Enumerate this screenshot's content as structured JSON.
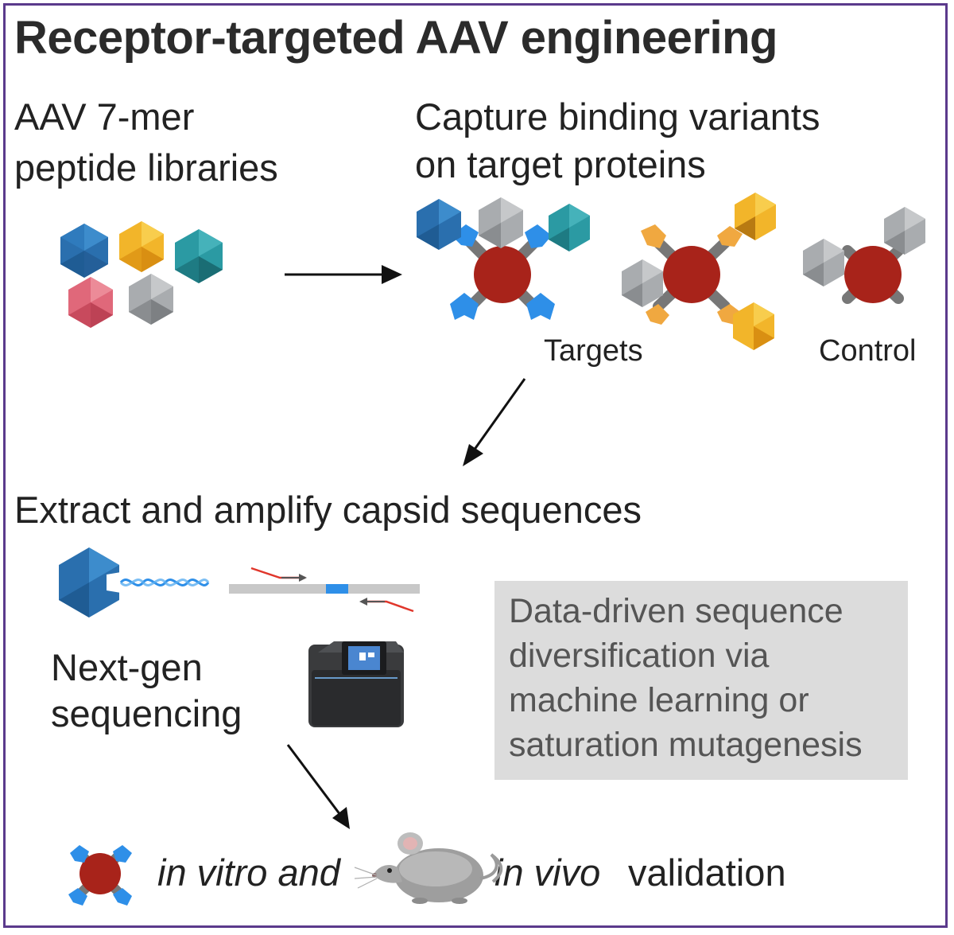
{
  "title": "Receptor-targeted AAV engineering",
  "step_library": {
    "line1": "AAV 7-mer",
    "line2": "peptide libraries"
  },
  "step_capture": {
    "line1": "Capture binding variants",
    "line2": "on target proteins"
  },
  "labels": {
    "targets": "Targets",
    "control": "Control"
  },
  "step_extract": "Extract and amplify capsid sequences",
  "step_ngs": {
    "line1": "Next-gen",
    "line2": "sequencing"
  },
  "ml_box": {
    "line1": "Data-driven sequence",
    "line2": "diversification via",
    "line3": "machine learning or",
    "line4": "saturation mutagenesis"
  },
  "validation": {
    "part1": "in vitro and",
    "part2": "in vivo",
    "part3": "validation"
  },
  "colors": {
    "frame": "#5b3a8c",
    "capsid_blue": "#2f7bbd",
    "capsid_yellow": "#f2b52a",
    "capsid_teal": "#2b9aa3",
    "capsid_pink": "#e0687a",
    "capsid_grey": "#a9acaf",
    "receptor_red": "#a8231a",
    "receptor_blue": "#2e8fe8",
    "receptor_orange": "#f0a840",
    "primer_red": "#e0362b",
    "box_grey": "#dcdcdc"
  }
}
